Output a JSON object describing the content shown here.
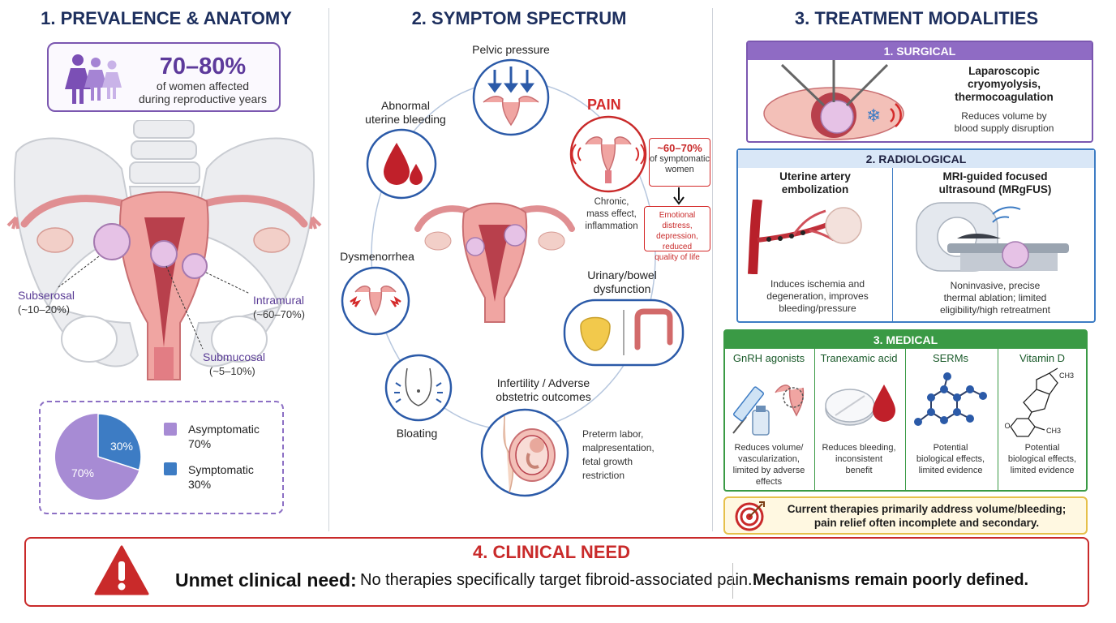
{
  "columns": {
    "col1_title": "1. PREVALENCE & ANATOMY",
    "col2_title": "2. SYMPTOM SPECTRUM",
    "col3_title": "3. TREATMENT MODALITIES"
  },
  "prevalence": {
    "percent": "70–80%",
    "line1": "of women affected",
    "line2": "during reproductive years"
  },
  "anatomy": {
    "subserosal_name": "Subserosal",
    "subserosal_pct": "(~10–20%)",
    "intramural_name": "Intramural",
    "intramural_pct": "(~60–70%)",
    "submucosal_name": "Submucosal",
    "submucosal_pct": "(~5–10%)"
  },
  "pie": {
    "asym_label": "Asymptomatic",
    "asym_pct": "70%",
    "sym_label": "Symptomatic",
    "sym_pct": "30%",
    "asym_value": 70,
    "sym_value": 30,
    "asym_color": "#a78bd4",
    "sym_color": "#3d7cc4"
  },
  "symptoms": {
    "pelvic_pressure": "Pelvic pressure",
    "abnormal_bleeding_1": "Abnormal",
    "abnormal_bleeding_2": "uterine bleeding",
    "pain_title": "PAIN",
    "pain_pct": "~60–70%",
    "pain_pct_sub1": "of symptomatic",
    "pain_pct_sub2": "women",
    "pain_causes_1": "Chronic,",
    "pain_causes_2": "mass effect,",
    "pain_causes_3": "inflammation",
    "emotional_1": "Emotional distress,",
    "emotional_2": "depression, reduced",
    "emotional_3": "quality of life",
    "dysmenorrhea": "Dysmenorrhea",
    "urinary_1": "Urinary/bowel",
    "urinary_2": "dysfunction",
    "bloating": "Bloating",
    "infertility_1": "Infertility / Adverse",
    "infertility_2": "obstetric outcomes",
    "preterm_1": "Preterm labor,",
    "preterm_2": "malpresentation,",
    "preterm_3": "fetal growth",
    "preterm_4": "restriction"
  },
  "surgical": {
    "header": "1. SURGICAL",
    "title_1": "Laparoscopic",
    "title_2": "cryomyolysis,",
    "title_3": "thermocoagulation",
    "desc_1": "Reduces volume by",
    "desc_2": "blood supply disruption"
  },
  "radiological": {
    "header": "2. RADIOLOGICAL",
    "uae_title_1": "Uterine artery",
    "uae_title_2": "embolization",
    "uae_desc_1": "Induces ischemia and",
    "uae_desc_2": "degeneration, improves",
    "uae_desc_3": "bleeding/pressure",
    "mri_title_1": "MRI-guided focused",
    "mri_title_2": "ultrasound (MRgFUS)",
    "mri_desc_1": "Noninvasive, precise",
    "mri_desc_2": "thermal ablation; limited",
    "mri_desc_3": "eligibility/high retreatment"
  },
  "medical": {
    "header": "3. MEDICAL",
    "gnrh_title": "GnRH agonists",
    "gnrh_desc_1": "Reduces volume/",
    "gnrh_desc_2": "vascularization,",
    "gnrh_desc_3": "limited by adverse",
    "gnrh_desc_4": "effects",
    "txa_title": "Tranexamic acid",
    "txa_desc_1": "Reduces bleeding,",
    "txa_desc_2": "inconsistent",
    "txa_desc_3": "benefit",
    "serm_title": "SERMs",
    "serm_desc_1": "Potential",
    "serm_desc_2": "biological effects,",
    "serm_desc_3": "limited evidence",
    "vitd_title": "Vitamin D",
    "vitd_desc_1": "Potential",
    "vitd_desc_2": "biological effects,",
    "vitd_desc_3": "limited evidence",
    "vitd_ch3_top": "CH3",
    "vitd_ho": "HO",
    "vitd_ch3_bottom": "CH3"
  },
  "current": {
    "line1": "Current therapies primarily address volume/bleeding;",
    "line2": "pain relief often incomplete and secondary."
  },
  "clinical_need": {
    "title": "4. CLINICAL NEED",
    "label": "Unmet clinical need:",
    "statement": "No therapies specifically target fibroid-associated pain.",
    "mechanisms": "Mechanisms remain poorly defined."
  },
  "colors": {
    "purple": "#7b57b0",
    "navy": "#1d2f5e",
    "red": "#c92a2a",
    "blue": "#3d7cc4",
    "green": "#3a9a45",
    "amber": "#e6c04a"
  }
}
